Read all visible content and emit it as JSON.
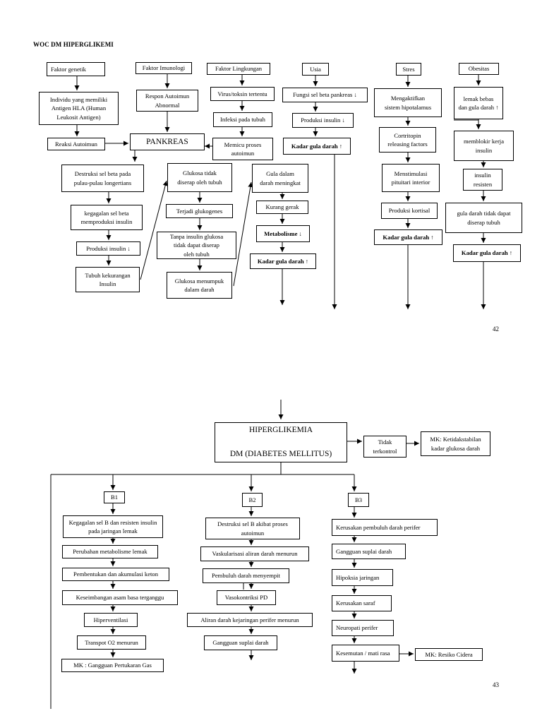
{
  "page1": {
    "title": "WOC DM HIPERGLIKEMI",
    "page_number": "42",
    "boxes": {
      "faktor_genetik": "Faktor genetik",
      "faktor_imunologi": "Faktor Imunologi",
      "faktor_lingkungan": "Faktor Lingkungan",
      "usia": "Usia",
      "stres": "Stres",
      "obesitas": "Obesitas",
      "individu_hla": "Individu yang memiliki\nAntigen HLA (Human\nLeukosit Antigen)",
      "respon_autoimun": "Respon Autoimun\nAbnormal",
      "virus_toksin": "Virus/toksin tertentu",
      "fungsi_sel_beta": "Fungsi sel beta pankreas ↓",
      "mengaktifkan": "Mengaktifkan\nsistem hipotalamus",
      "lemak_bebas": "lemak bebas\ndan gula darah ↑",
      "infeksi": "Infeksi pada tubuh",
      "produksi_insulin_usia": "Produksi insulin ↓",
      "reaksi_autoimun": "Reaksi Autoimun",
      "pankreas": "PANKREAS",
      "memicu": "Memicu proses\nautoimun",
      "kadar_usia": "Kadar gula darah ↑",
      "cortritopin": "Cortritopin\nreleasing factors",
      "memblokir": "memblokir kerja\ninsulin",
      "destruksi": "Destruksi sel beta pada\npulau-pulau longertians",
      "glukosa_tidak": "Glukosa tidak\ndiserap oleh tubuh",
      "gula_dalam": "Gula dalam\ndarah meningkat",
      "menstimulasi": "Menstimulasi\npituitari interior",
      "insulin_resisten": "insulin\nresisten",
      "kegagalan": "kegagalan sel beta\nmemproduksi insulin",
      "glukogenes": "Terjadi glukogenes",
      "kurang_gerak": "Kurang gerak",
      "produksi_kortisal": "Produksi kortisal",
      "gula_tidak_dapat": "gula darah tidak dapat\ndiserap tubuh",
      "tanpa_insulin": "Tanpa insulin glukosa\ntidak dapat diserap\noleh tubuh",
      "metabolisme": "Metabolisme ↓",
      "kadar_stres": "Kadar gula darah ↑",
      "produksi_insulin_kiri": "Produksi insulin ↓",
      "kadar_obesitas": "Kadar gula darah ↑",
      "kadar_lingkungan": "Kadar gula darah ↑",
      "tubuh_kekurangan": "Tubuh kekurangan\nInsulin",
      "glukosa_menumpuk": "Glukosa menumpuk\ndalam darah"
    }
  },
  "page2": {
    "page_number": "43",
    "main_box": {
      "line1": "HIPERGLIKEMIA",
      "line2": "DM (DIABETES MELLITUS)"
    },
    "tidak_terkontrol": "Tidak\nterkontrol",
    "mk_ketidakstabilan": "MK: Ketidakstabilan\nkadar glukosa darah",
    "b1": {
      "label": "B1",
      "items": [
        "Kegagalan sel B dan resisten insulin\npada jaringan lemak",
        "Perubahan metabolisme lemak",
        "Pembentukan dan akumulasi keton",
        "Keseimbangan asam basa terganggu",
        "Hiperventilasi",
        "Transpot O2 menurun",
        "MK : Gangguan Pertukaran Gas"
      ]
    },
    "b2": {
      "label": "B2",
      "items": [
        "Destruksi sel B akibat proses\nautoimun",
        "Vaskularisasi aliran darah menurun",
        "Pembuluh darah menyempit",
        "Vasokontriksi PD",
        "Aliran darah kejaringan  perifer  menurun",
        "Gangguan suplai darah"
      ]
    },
    "b3": {
      "label": "B3",
      "items": [
        "Kerusakan pembuluh darah  perifer",
        "Gangguan suplai darah",
        "Hipoksia jaringan",
        "Kerusakan saraf",
        "Neuropati perifer",
        "Kesemutan / mati rasa"
      ],
      "mk_resiko": "MK: Resiko Cidera"
    }
  }
}
